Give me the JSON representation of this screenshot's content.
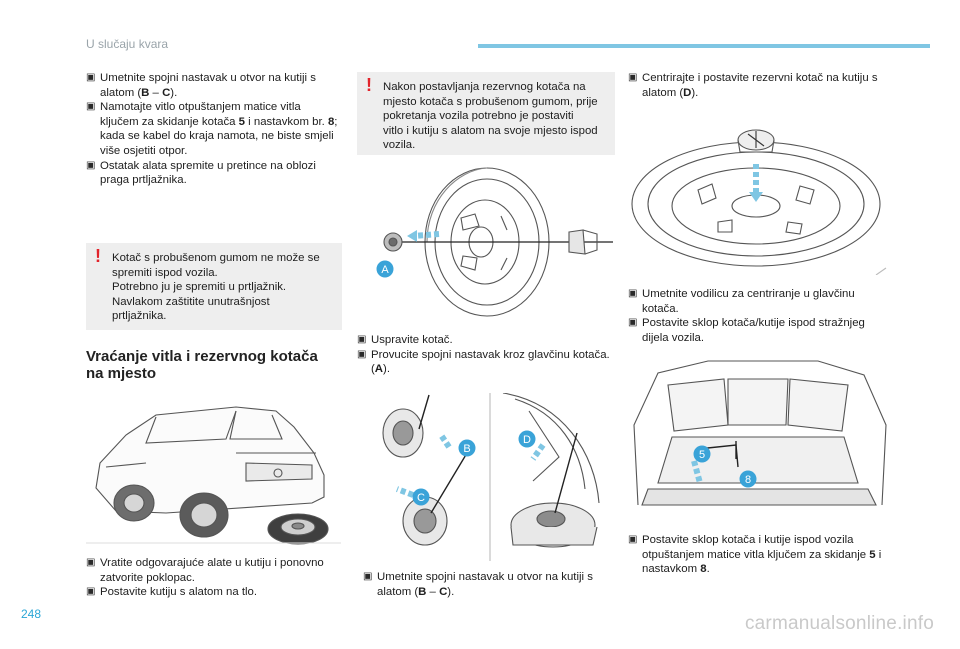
{
  "header": {
    "title": "U slučaju kvara"
  },
  "page_number": "248",
  "watermark": "carmanualsonline.info",
  "col1": {
    "bullets": [
      {
        "mark": "▣",
        "parts": [
          "Umetnite spojni nastavak u otvor na kutiji s alatom (",
          "B",
          " – ",
          "C",
          ")."
        ]
      },
      {
        "mark": "▣",
        "parts": [
          "Namotajte vitlo otpuštanjem matice vitla ključem za skidanje kotača ",
          "5",
          " i nastavkom br. ",
          "8",
          "; kada se kabel do kraja namota, ne biste smjeli više osjetiti otpor."
        ]
      },
      {
        "mark": "▣",
        "parts": [
          "Ostatak alata spremite u pretince na oblozi praga prtljažnika."
        ]
      }
    ],
    "warning": [
      "Kotač s probušenom gumom ne može se",
      "spremiti ispod vozila.",
      "Potrebno ju je spremiti u prtljažnik.",
      "Navlakom zaštitite unutrašnjost",
      "prtljažnika."
    ],
    "heading": [
      "Vraćanje vitla i rezervnog kotača",
      "na mjesto"
    ],
    "bottom_bullets": [
      {
        "mark": "▣",
        "text": "Vratite odgovarajuće alate u kutiju i ponovno zatvorite poklopac."
      },
      {
        "mark": "▣",
        "text": "Postavite kutiju s alatom na tlo."
      }
    ]
  },
  "col2": {
    "warning": [
      "Nakon postavljanja rezervnog kotača na",
      "mjesto kotača s probušenom gumom, prije",
      "pokretanja vozila potrebno je postaviti",
      "vitlo i kutiju s alatom na svoje mjesto ispod",
      "vozila."
    ],
    "mid_bullets": [
      {
        "mark": "▣",
        "parts": [
          "Uspravite kotač."
        ]
      },
      {
        "mark": "▣",
        "parts": [
          "Provucite spojni nastavak kroz glavčinu kotača. (",
          "A",
          ")."
        ]
      }
    ],
    "bottom_bullets": [
      {
        "mark": "▣",
        "parts": [
          "Umetnite spojni nastavak u otvor na kutiji s alatom (",
          "B",
          " – ",
          "C",
          ")."
        ]
      }
    ],
    "labels": {
      "a": "A",
      "b": "B",
      "c": "C",
      "d": "D"
    }
  },
  "col3": {
    "top_bullets": [
      {
        "mark": "▣",
        "parts": [
          "Centrirajte i postavite rezervni kotač na kutiju s alatom (",
          "D",
          ")."
        ]
      }
    ],
    "mid_bullets": [
      {
        "mark": "▣",
        "parts": [
          "Umetnite vodilicu za centriranje u glavčinu kotača."
        ]
      },
      {
        "mark": "▣",
        "parts": [
          "Postavite sklop kotača/kutije ispod stražnjeg dijela vozila."
        ]
      }
    ],
    "bottom_bullets": [
      {
        "mark": "▣",
        "parts": [
          "Postavite sklop kotača i kutije ispod vozila otpuštanjem matice vitla ključem za skidanje ",
          "5",
          " i nastavkom ",
          "8",
          "."
        ]
      }
    ],
    "labels": {
      "five": "5",
      "eight": "8"
    }
  },
  "colors": {
    "accent": "#7fc6e3",
    "label_blue": "#3aa3d8",
    "warning_red": "#e2232b",
    "panel_gray": "#eeeeee"
  }
}
